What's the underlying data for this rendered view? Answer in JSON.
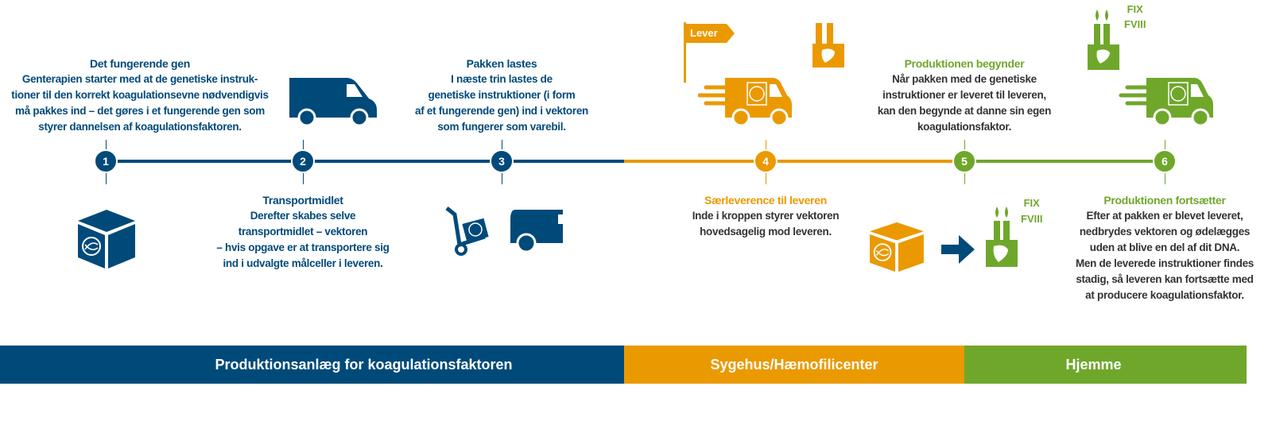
{
  "colors": {
    "navy": "#004a7a",
    "orange": "#eb9900",
    "green": "#6fa72b"
  },
  "steps": [
    {
      "number": "1",
      "title": "Det fungerende gen",
      "lines": [
        "Genterapien starter med at de genetiske instruk-",
        "tioner til den korrekt koagulationsevne nødvendigvis",
        "må pakkes ind – det gøres i et fungerende gen som",
        "styrer dannelsen af koagulationsfaktoren."
      ]
    },
    {
      "number": "2",
      "title": "Transportmidlet",
      "lines": [
        "Derefter skabes selve",
        "transportmidlet – vektoren",
        "– hvis opgave er at transportere sig",
        "ind i udvalgte målceller i leveren."
      ]
    },
    {
      "number": "3",
      "title": "Pakken lastes",
      "lines": [
        "I næste trin lastes de",
        "genetiske instruktioner (i form",
        "af et fungerende gen) ind i vektoren",
        "som fungerer som varebil."
      ]
    },
    {
      "number": "4",
      "title": "Særleverence til leveren",
      "lines": [
        "Inde i kroppen styrer vektoren",
        "hovedsagelig mod leveren."
      ]
    },
    {
      "number": "5",
      "title": "Produktionen begynder",
      "lines": [
        "Når pakken med de genetiske",
        "instruktioner er leveret til leveren,",
        "kan den begynde at danne sin egen",
        "koagulationsfaktor."
      ]
    },
    {
      "number": "6",
      "title": "Produktionen fortsætter",
      "lines": [
        "Efter at pakken er blevet leveret,",
        "nedbrydes vektoren og ødelægges",
        "uden at blive en del af dit DNA.",
        "Men de leverede instruktioner findes",
        "stadig, så leveren kan fortsætte med",
        "at producere koagulationsfaktor."
      ]
    }
  ],
  "flag_label": "Lever",
  "factory_labels": {
    "top": [
      "FIX",
      "FVIII"
    ],
    "bottom": [
      "FIX",
      "FVIII"
    ]
  },
  "bottom_bar": [
    "Produktionsanlæg for koagulationsfaktoren",
    "Sygehus/Hæmofilicenter",
    "Hjemme"
  ]
}
